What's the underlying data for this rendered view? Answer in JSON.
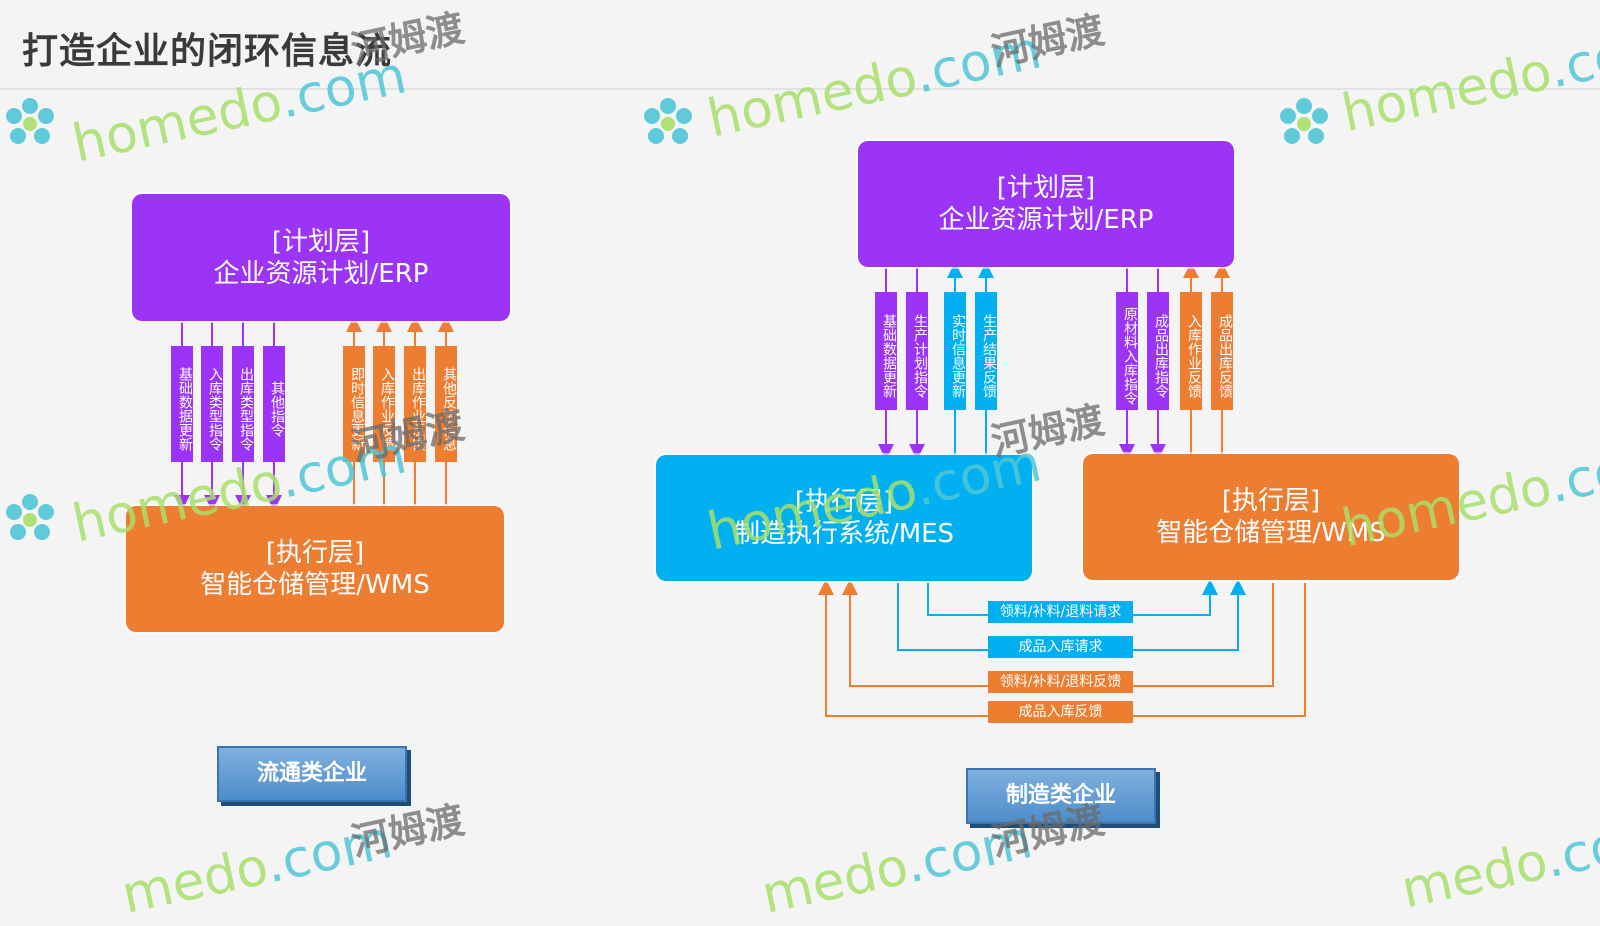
{
  "title": "打造企业的闭环信息流",
  "left": {
    "plan": {
      "line1": "[计划层]",
      "line2": "企业资源计划/ERP"
    },
    "exec": {
      "line1": "[执行层]",
      "line2": "智能仓储管理/WMS"
    },
    "down_labels": [
      "基础数据更新",
      "入库类型指令",
      "出库类型指令",
      "其他指令"
    ],
    "up_labels": [
      "即时信息更新",
      "入库作业反馈",
      "出库作业反馈",
      "其他反馈信息"
    ],
    "tag": "流通类企业"
  },
  "right": {
    "plan": {
      "line1": "[计划层]",
      "line2": "企业资源计划/ERP"
    },
    "mes": {
      "line1": "[执行层]",
      "line2": "制造执行系统/MES"
    },
    "wms": {
      "line1": "[执行层]",
      "line2": "智能仓储管理/WMS"
    },
    "mes_down": [
      "基础数据更新",
      "生产计划指令"
    ],
    "mes_up": [
      "实时信息更新",
      "生产结果反馈"
    ],
    "wms_down": [
      "原材料入库指令",
      "成品出库指令"
    ],
    "wms_up": [
      "入库作业反馈",
      "成品出库反馈"
    ],
    "h_labels": [
      "领料/补料/退料请求",
      "成品入库请求",
      "领料/补料/退料反馈",
      "成品入库反馈"
    ],
    "tag": "制造类企业"
  },
  "watermark": {
    "latin": "homedo.com",
    "cn": "河姆渡"
  },
  "colors": {
    "purple": "#9b34f6",
    "orange": "#ed7d31",
    "blue": "#00b0f0"
  }
}
